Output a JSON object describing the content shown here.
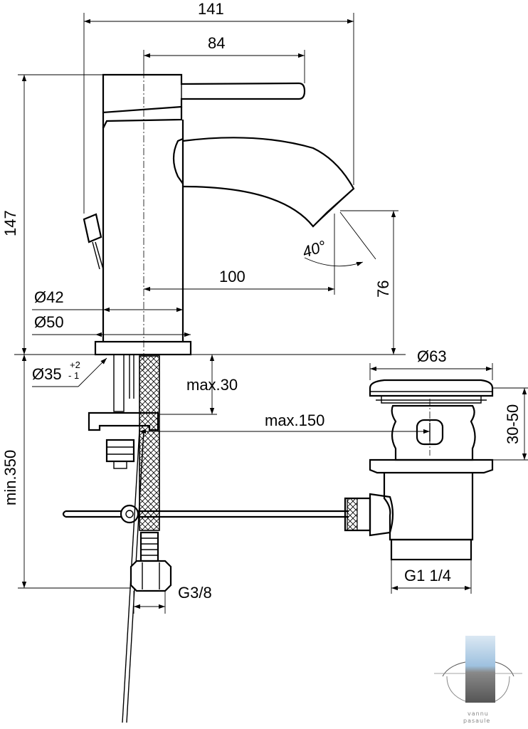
{
  "dimensions": {
    "overall_width": "141",
    "lever_length": "84",
    "height": "147",
    "angle": "40°",
    "spout_reach": "100",
    "spout_height": "76",
    "body_diameter": "Ø42",
    "base_diameter": "Ø50",
    "hole_diameter": "Ø35",
    "hole_tol_plus": "+2",
    "hole_tol_minus": "- 1",
    "deck_thickness": "max.30",
    "rod_length": "max.150",
    "drain_diameter": "Ø63",
    "drain_height": "30-50",
    "drain_thread": "G1 1/4",
    "hose_length": "min.350",
    "connection_thread": "G3/8"
  },
  "watermark": {
    "line1": "vannu",
    "line2": "pasaule"
  }
}
